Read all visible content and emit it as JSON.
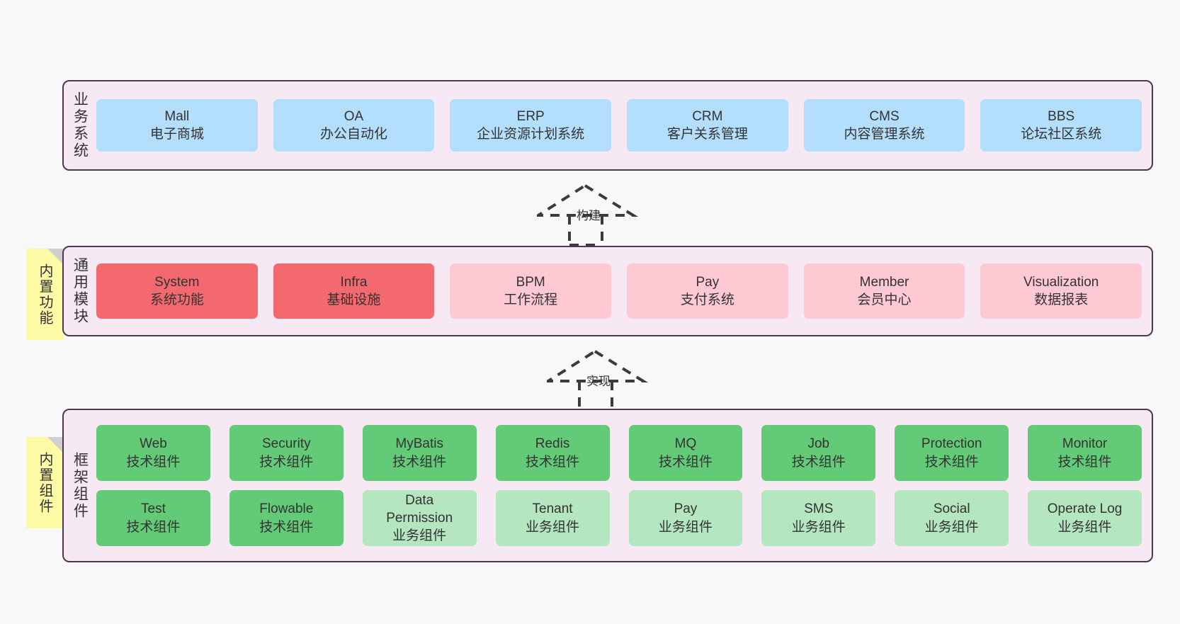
{
  "diagram": {
    "background_color": "#f8f8f8",
    "panel_color": "#f7e9f4",
    "panel_border_color": "#4b3a4d"
  },
  "colors": {
    "blue": "#b3dffc",
    "red": "#f4696f",
    "pink": "#ffc9d4",
    "green": "#63ca78",
    "green_light": "#b4e6bf",
    "note_yellow": "#fcfaa5",
    "note_fold": "#cfcfcf"
  },
  "layers": [
    {
      "title": "业务系统",
      "note": null,
      "rows": [
        {
          "cards": [
            {
              "l1": "Mall",
              "l2": "电子商城",
              "color": "blue"
            },
            {
              "l1": "OA",
              "l2": "办公自动化",
              "color": "blue"
            },
            {
              "l1": "ERP",
              "l2": "企业资源计划系统",
              "color": "blue"
            },
            {
              "l1": "CRM",
              "l2": "客户关系管理",
              "color": "blue"
            },
            {
              "l1": "CMS",
              "l2": "内容管理系统",
              "color": "blue"
            },
            {
              "l1": "BBS",
              "l2": "论坛社区系统",
              "color": "blue"
            }
          ]
        }
      ]
    },
    {
      "title": "通用模块",
      "note": "内置功能",
      "rows": [
        {
          "cards": [
            {
              "l1": "System",
              "l2": "系统功能",
              "color": "red"
            },
            {
              "l1": "Infra",
              "l2": "基础设施",
              "color": "red"
            },
            {
              "l1": "BPM",
              "l2": "工作流程",
              "color": "pink"
            },
            {
              "l1": "Pay",
              "l2": "支付系统",
              "color": "pink"
            },
            {
              "l1": "Member",
              "l2": "会员中心",
              "color": "pink"
            },
            {
              "l1": "Visualization",
              "l2": "数据报表",
              "color": "pink"
            }
          ]
        }
      ]
    },
    {
      "title": "框架组件",
      "note": "内置组件",
      "rows": [
        {
          "cards": [
            {
              "l1": "Web",
              "l2": "技术组件",
              "color": "green"
            },
            {
              "l1": "Security",
              "l2": "技术组件",
              "color": "green"
            },
            {
              "l1": "MyBatis",
              "l2": "技术组件",
              "color": "green"
            },
            {
              "l1": "Redis",
              "l2": "技术组件",
              "color": "green"
            },
            {
              "l1": "MQ",
              "l2": "技术组件",
              "color": "green"
            },
            {
              "l1": "Job",
              "l2": "技术组件",
              "color": "green"
            },
            {
              "l1": "Protection",
              "l2": "技术组件",
              "color": "green"
            },
            {
              "l1": "Monitor",
              "l2": "技术组件",
              "color": "green"
            }
          ]
        },
        {
          "cards": [
            {
              "l1": "Test",
              "l2": "技术组件",
              "color": "green"
            },
            {
              "l1": "Flowable",
              "l2": "技术组件",
              "color": "green"
            },
            {
              "l1": "Data",
              "l2": "Permission",
              "l3": "业务组件",
              "color": "green_light"
            },
            {
              "l1": "Tenant",
              "l2": "业务组件",
              "color": "green_light"
            },
            {
              "l1": "Pay",
              "l2": "业务组件",
              "color": "green_light"
            },
            {
              "l1": "SMS",
              "l2": "业务组件",
              "color": "green_light"
            },
            {
              "l1": "Social",
              "l2": "业务组件",
              "color": "green_light"
            },
            {
              "l1": "Operate Log",
              "l2": "业务组件",
              "color": "green_light"
            }
          ]
        }
      ]
    }
  ],
  "arrows": [
    {
      "label": "构建"
    },
    {
      "label": "实现"
    }
  ]
}
